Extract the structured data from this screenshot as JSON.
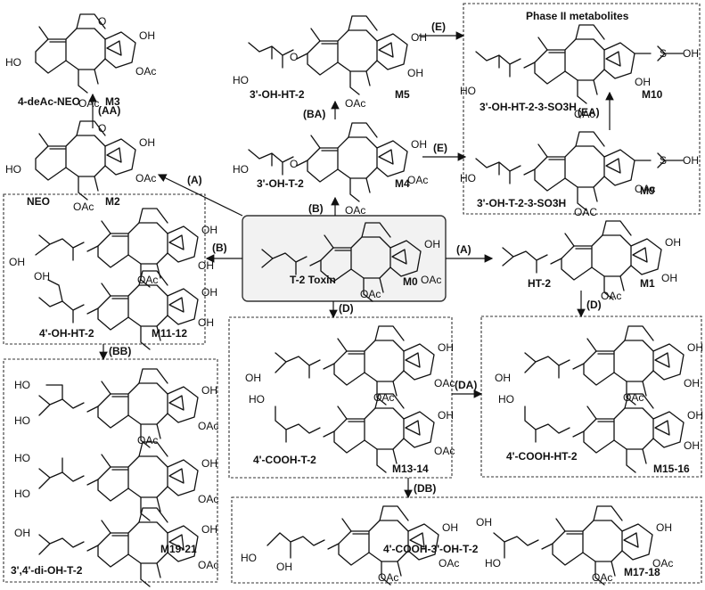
{
  "center": {
    "name": "T-2 Toxin",
    "code": "M0"
  },
  "header": {
    "phase2": "Phase II metabolites"
  },
  "groups": {
    "left_top_names": [
      "4'-OH-HT-2",
      "M11-12"
    ],
    "bottom_left_names": [
      "3',4'-di-OH-T-2",
      "M19-21"
    ],
    "middle_names": [
      "4'-COOH-T-2",
      "M13-14"
    ],
    "right_names": [
      "4'-COOH-HT-2",
      "M15-16"
    ],
    "bottom_names": [
      "4'-COOH-3'-OH-T-2",
      "M17-18"
    ]
  },
  "compounds": [
    {
      "id": "m3",
      "name": "4-deAc-NEO",
      "code": "M3"
    },
    {
      "id": "m2",
      "name": "NEO",
      "code": "M2"
    },
    {
      "id": "m5",
      "name": "3'-OH-HT-2",
      "code": "M5"
    },
    {
      "id": "m4",
      "name": "3'-OH-T-2",
      "code": "M4"
    },
    {
      "id": "m10",
      "name": "3'-OH-HT-2-3-SO3H",
      "code": "M10"
    },
    {
      "id": "m9",
      "name": "3'-OH-T-2-3-SO3H",
      "code": "M9"
    },
    {
      "id": "m1",
      "name": "HT-2",
      "code": "M1"
    }
  ],
  "arrows": {
    "AA": "(AA)",
    "A1": "(A)",
    "A2": "(A)",
    "B1": "(B)",
    "B2": "(B)",
    "BA": "(BA)",
    "E1": "(E)",
    "E2": "(E)",
    "EA": "(EA)",
    "D1": "(D)",
    "D2": "(D)",
    "DA": "(DA)",
    "DB": "(DB)",
    "BB": "(BB)"
  },
  "atoms": {
    "oh": "OH",
    "oac": "OAc",
    "o": "O",
    "ho": "HO",
    "so3": "S",
    "oac_caps": "OAC"
  }
}
